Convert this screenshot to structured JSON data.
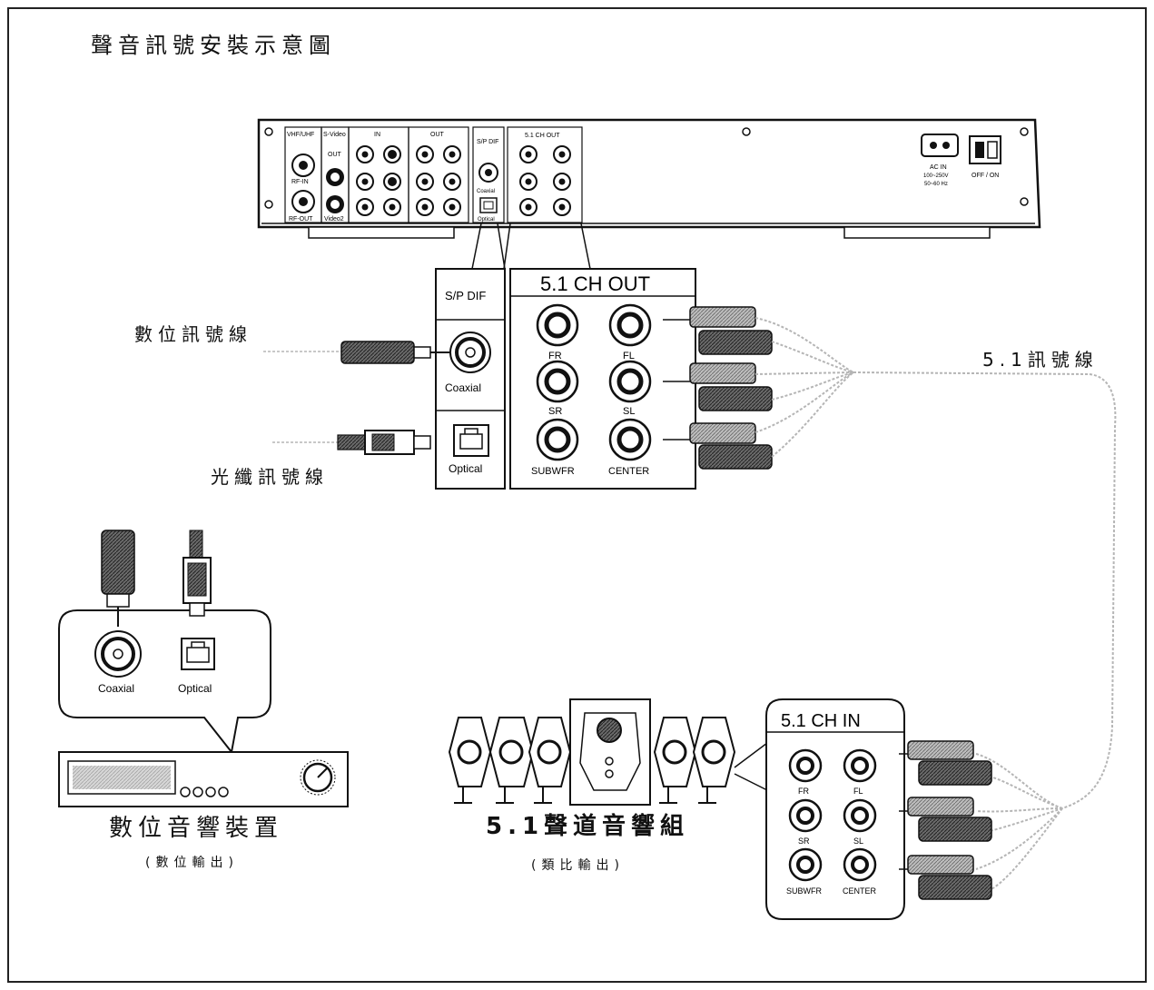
{
  "title": "聲音訊號安裝示意圖",
  "player": {
    "panel_labels": {
      "vhf_uhf": "VHF/UHF",
      "rf_in": "RF-IN",
      "rf_out": "RF-OUT",
      "s_video": "S-Video",
      "s_video_out": "OUT",
      "video2": "Video2",
      "in": "IN",
      "out": "OUT",
      "spdif": "S/P DIF",
      "coaxial_small": "Coaxial",
      "optical_small": "Optical",
      "ch51_out_small": "5.1 CH OUT",
      "ac_in": "AC IN",
      "ac_volt": "100~250V",
      "ac_freq": "50~60 Hz",
      "power_switch": "OFF / ON"
    }
  },
  "spdif_box": {
    "title": "S/P DIF",
    "coaxial": "Coaxial",
    "optical": "Optical"
  },
  "ch51_out_box": {
    "title": "5.1 CH OUT",
    "jacks": [
      "FR",
      "FL",
      "SR",
      "SL",
      "SUBWFR",
      "CENTER"
    ]
  },
  "ch51_in_box": {
    "title": "5.1 CH IN",
    "jacks": [
      "FR",
      "FL",
      "SR",
      "SL",
      "SUBWFR",
      "CENTER"
    ]
  },
  "labels": {
    "digital_cable": "數位訊號線",
    "optical_cable": "光纖訊號線",
    "cable_51": "5.1訊號線"
  },
  "digital_device": {
    "name": "數位音響裝置",
    "sub": "(數位輸出)",
    "coaxial": "Coaxial",
    "optical": "Optical"
  },
  "speaker_set": {
    "name": "5.1聲道音響組",
    "sub": "(類比輸出)"
  }
}
